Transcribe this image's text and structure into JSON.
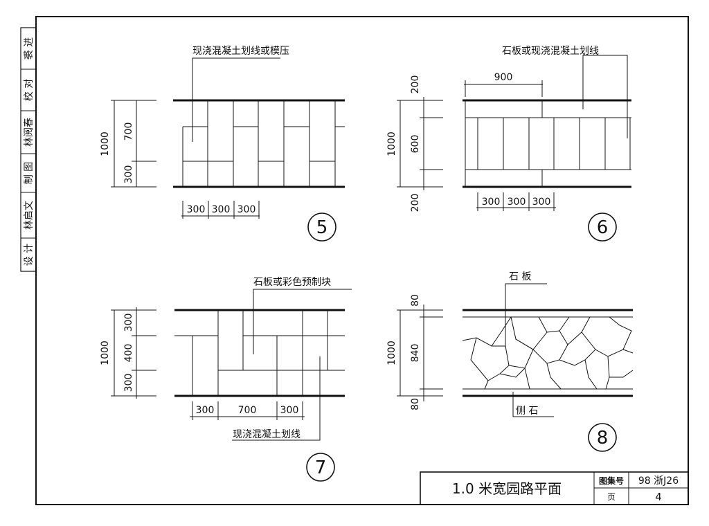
{
  "sidebar": {
    "cells": [
      "设 计",
      "林启文",
      "制 图",
      "林阅春",
      "校 对",
      "裘 进"
    ]
  },
  "title_block": {
    "title": "1.0 米宽园路平面",
    "atlas_label": "图集号",
    "atlas_no": "98 浙J26",
    "page_label": "页",
    "page_no": "4"
  },
  "details": {
    "d5": {
      "number": "5",
      "label": "现浇混凝土划线或模压",
      "total": "1000",
      "dims_v": [
        "700",
        "300"
      ],
      "dims_h": [
        "300",
        "300",
        "300"
      ]
    },
    "d6": {
      "number": "6",
      "label": "石板或现浇混凝土划线",
      "total": "1000",
      "dims_v": [
        "200",
        "600",
        "200"
      ],
      "top_dim": "900",
      "dims_h": [
        "300",
        "300",
        "300"
      ]
    },
    "d7": {
      "number": "7",
      "label_top": "石板或彩色预制块",
      "label_bottom": "现浇混凝土划线",
      "total": "1000",
      "dims_v": [
        "300",
        "400",
        "300"
      ],
      "dims_h": [
        "300",
        "700",
        "300"
      ]
    },
    "d8": {
      "number": "8",
      "label_top": "石 板",
      "label_bottom": "侧 石",
      "total": "1000",
      "dims_v": [
        "80",
        "840",
        "80"
      ]
    }
  }
}
